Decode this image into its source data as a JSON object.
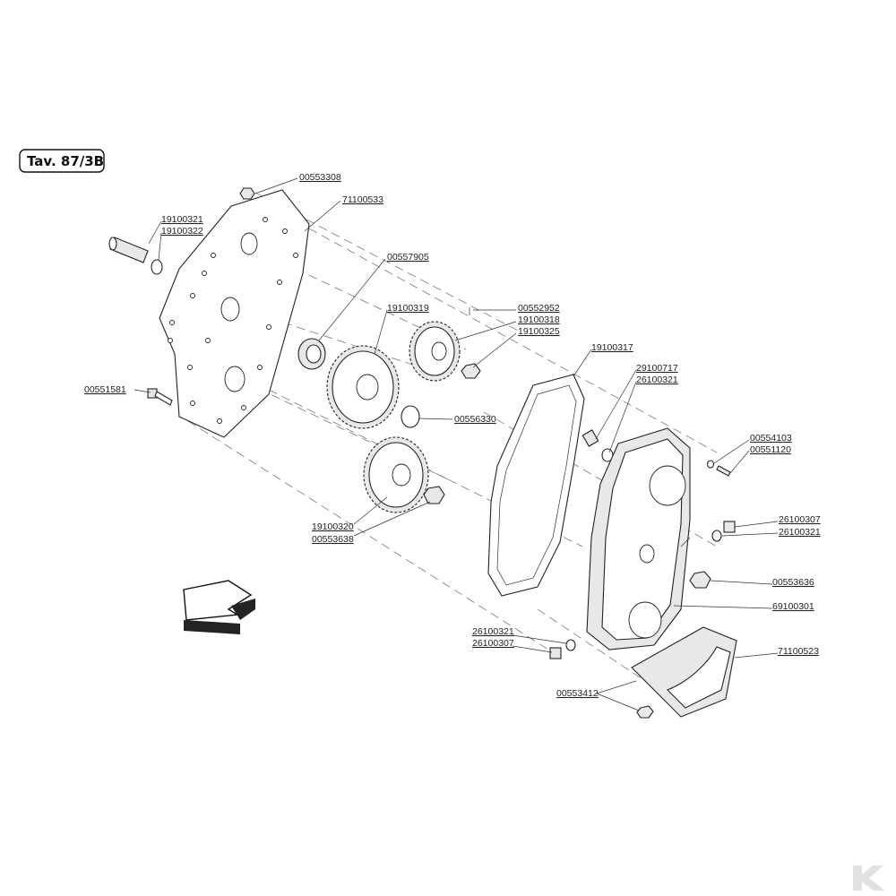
{
  "plate": {
    "title": "Tav. 87/3B"
  },
  "parts": [
    {
      "id": "00553308"
    },
    {
      "id": "71100533"
    },
    {
      "id": "19100321"
    },
    {
      "id": "19100322"
    },
    {
      "id": "00557905"
    },
    {
      "id": "19100319"
    },
    {
      "id": "00552952"
    },
    {
      "id": "19100318"
    },
    {
      "id": "19100325"
    },
    {
      "id": "19100317"
    },
    {
      "id": "29100717"
    },
    {
      "id": "26100321"
    },
    {
      "id": "00551581"
    },
    {
      "id": "00556330"
    },
    {
      "id": "00554103"
    },
    {
      "id": "00551120"
    },
    {
      "id": "19100320"
    },
    {
      "id": "00553638"
    },
    {
      "id": "26100307"
    },
    {
      "id": "26100321"
    },
    {
      "id": "00553636"
    },
    {
      "id": "69100301"
    },
    {
      "id": "26100321"
    },
    {
      "id": "26100307"
    },
    {
      "id": "71100523"
    },
    {
      "id": "00553412"
    }
  ],
  "colors": {
    "ink": "#222222",
    "arrow_fill": "#222222",
    "paper": "#ffffff"
  },
  "icons": {
    "direction_arrow": "direction-arrow-icon",
    "watermark": "corner-logo-icon"
  }
}
